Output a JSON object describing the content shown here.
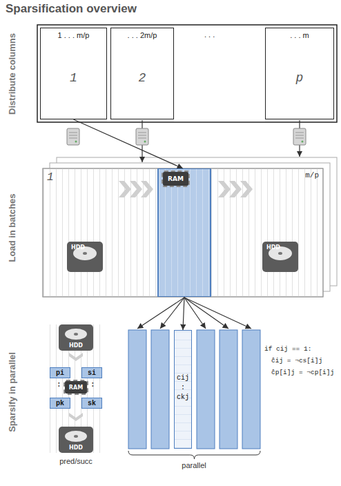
{
  "diagram": {
    "title": "Sparsification overview",
    "nodes": [
      {
        "text": [
          "1 . . . m/p",
          "1"
        ]
      },
      {
        "text": [
          ". . . 2m/p",
          "2"
        ]
      },
      {
        "text": [
          ". . . m",
          "p"
        ]
      },
      {
        "text": [
          "1",
          "m/p"
        ]
      },
      {
        "text": [
          "HDD"
        ],
        "in": 3
      },
      {
        "text": [
          "RAM"
        ],
        "in": 3
      },
      {
        "text": [
          "HDD"
        ],
        "in": 3
      },
      {
        "text": [
          "HDD"
        ]
      },
      {
        "text": [
          "pi"
        ]
      },
      {
        "text": [
          "si"
        ]
      },
      {
        "text": [
          "RAM"
        ]
      },
      {
        "text": [
          "pk"
        ]
      },
      {
        "text": [
          "sk"
        ]
      },
      {
        "text": [
          "HDD"
        ]
      },
      {
        "text": [
          "cij",
          ":",
          "ckj"
        ]
      }
    ],
    "edges": [
      {
        "from": 0,
        "to": 3,
        "arrow": "to"
      },
      {
        "from": 5,
        "to": 14,
        "arrow": "to"
      }
    ],
    "labels": [
      "Distribute columns",
      "Load in batches",
      "Sparsify in parallel",
      ". . .",
      ":",
      ":",
      "if cij == 1:",
      "ĉij = ¬cs[i]j",
      "ĉp[i]j = ¬cp[i]j",
      "pred/succ",
      "parallel"
    ]
  }
}
